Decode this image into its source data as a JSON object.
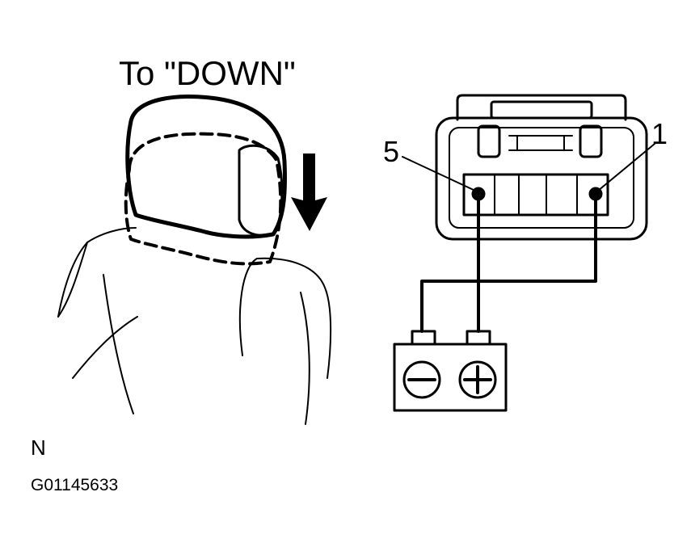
{
  "title": "To \"DOWN\"",
  "connector": {
    "pin_left": "5",
    "pin_right": "1"
  },
  "battery": {
    "negative_icon": "minus-icon",
    "positive_icon": "plus-icon"
  },
  "figure_codes": {
    "letter": "N",
    "id": "G01145633"
  },
  "colors": {
    "ink": "#000000",
    "paper": "#ffffff"
  }
}
